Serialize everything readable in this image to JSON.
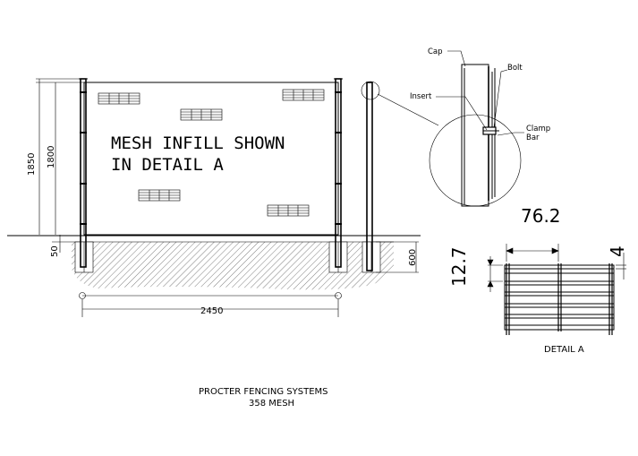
{
  "drawing": {
    "note_line1": "MESH INFILL SHOWN",
    "note_line2": "IN DETAIL A",
    "dims": {
      "height_outer": "1850",
      "height_inner": "1800",
      "base_gap": "50",
      "footing_depth": "600",
      "panel_width": "2450",
      "detail_width": "76.2",
      "detail_spacing": "12.7",
      "detail_wire": "4"
    },
    "callouts": {
      "cap": "Cap",
      "bolt": "Bolt",
      "insert": "Insert",
      "clamp_bar_1": "Clamp",
      "clamp_bar_2": "Bar"
    },
    "detail_label": "DETAIL A",
    "title_line1": "PROCTER FENCING SYSTEMS",
    "title_line2": "358 MESH",
    "colors": {
      "line": "#000000",
      "background": "#ffffff"
    }
  }
}
